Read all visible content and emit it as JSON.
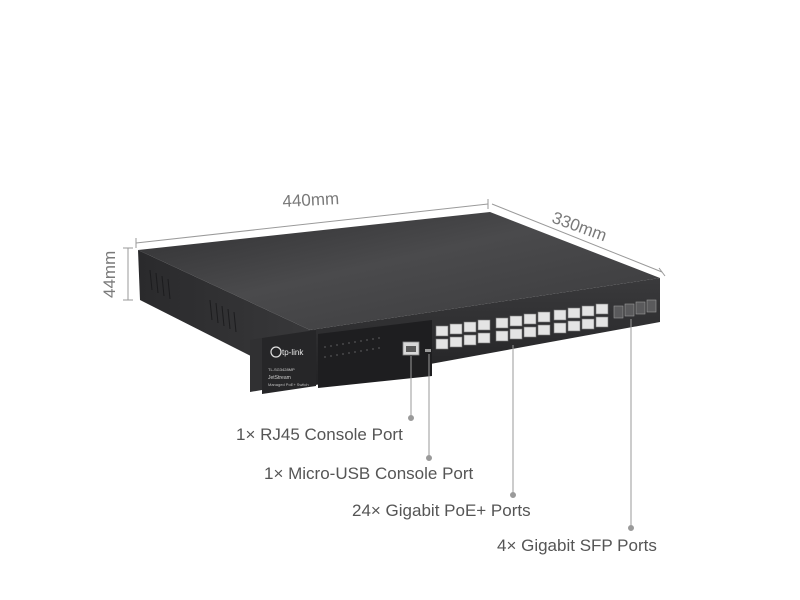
{
  "dimensions": {
    "width": "440mm",
    "depth": "330mm",
    "height": "44mm"
  },
  "callouts": [
    {
      "label": "1× RJ45 Console Port"
    },
    {
      "label": "1× Micro-USB Console Port"
    },
    {
      "label": "24× Gigabit PoE+ Ports"
    },
    {
      "label": "4× Gigabit SFP Ports"
    }
  ],
  "device": {
    "brand_logo": "tp-link",
    "model": "TL-SG3428MP",
    "series": "JetStream",
    "subtitle": "Managed PoE+ Switch"
  },
  "colors": {
    "chassis_top": "#3c3c3e",
    "chassis_front": "#2b2b2d",
    "port": "#e6e6e6",
    "lines": "#8f8f8f",
    "text": "#555555"
  },
  "icons": [
    "tp-link-logo-icon",
    "rj45-port-icon",
    "sfp-port-icon"
  ]
}
